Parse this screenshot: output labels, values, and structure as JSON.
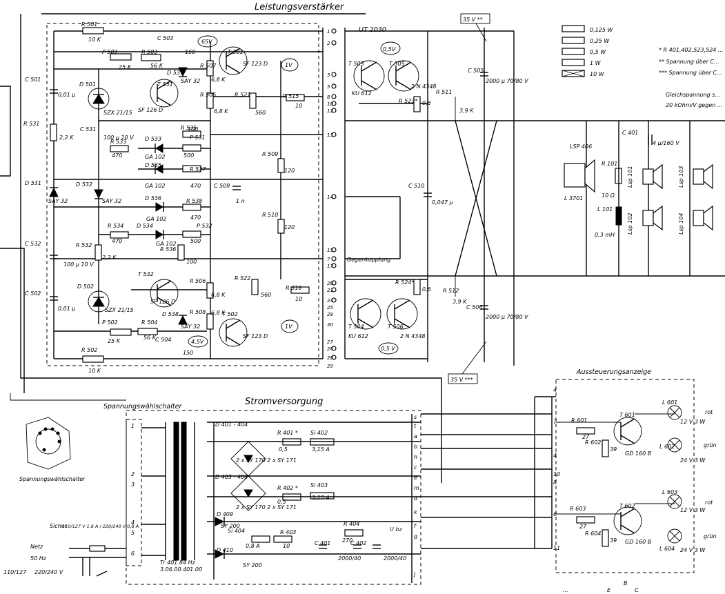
{
  "titles": {
    "amplifier": "Leistungsverstärker",
    "power_supply": "Stromversorgung",
    "selector": "Spannungswählschalter",
    "selector_small": "Spannungswählschalter",
    "display": "Aussteuerungsanzeige",
    "handwritten_ref": "UT 2030"
  },
  "legend": {
    "items": [
      "0,125 W",
      "0,25 W",
      "0,5 W",
      "1 W",
      "10 W"
    ],
    "notes": [
      "* R 401,402,523,524 ...",
      "** Spannung über C...",
      "*** Spannung über C..."
    ],
    "dc_note_1": "Gleichspannung s...",
    "dc_note_2": "20 kOhm/V gegen ..."
  },
  "voltages": {
    "top_right": "35 V **",
    "bottom_right": "35 V ***",
    "v1": "65V",
    "v2": "0,5V",
    "v3": "1V",
    "v4": "1V",
    "v5": "4,5V",
    "v6": "0,5 V"
  },
  "components": [
    {
      "id": "r501",
      "label": "R 501",
      "value": "10 K"
    },
    {
      "id": "c503",
      "label": "C 503",
      "value": "150"
    },
    {
      "id": "p501",
      "label": "P 501",
      "value": "25 K"
    },
    {
      "id": "r503",
      "label": "R 503",
      "value": "56 K"
    },
    {
      "id": "t501",
      "label": "T 501",
      "value": "SF 123 D"
    },
    {
      "id": "d537",
      "label": "D 537",
      "value": "SAY 32"
    },
    {
      "id": "r507",
      "label": "R 507",
      "value": "6,8 K"
    },
    {
      "id": "c501",
      "label": "C 501",
      "value": "0,01 µ"
    },
    {
      "id": "d501",
      "label": "D 501",
      "value": "SZX 21/15"
    },
    {
      "id": "t531",
      "label": "T 531",
      "value": "SF 126 D"
    },
    {
      "id": "r505",
      "label": "R 505",
      "value": "6,8 K"
    },
    {
      "id": "r521",
      "label": "R 521",
      "value": "560"
    },
    {
      "id": "r515",
      "label": "R 515",
      "value": "10"
    },
    {
      "id": "t503",
      "label": "T 503",
      "value": "KU 612"
    },
    {
      "id": "t505",
      "label": "T 505",
      "value": "2 N 4348"
    },
    {
      "id": "c505",
      "label": "C 505",
      "value": "2000 µ 70/80 V"
    },
    {
      "id": "r511",
      "label": "R 511",
      "value": "3,9 K"
    },
    {
      "id": "r523",
      "label": "R 523*",
      "value": "0,6"
    },
    {
      "id": "r531",
      "label": "R 531",
      "value": "2,2 K"
    },
    {
      "id": "c531",
      "label": "C 531",
      "value": "100 µ 10 V"
    },
    {
      "id": "r533",
      "label": "R 533",
      "value": "470"
    },
    {
      "id": "r535",
      "label": "R 535",
      "value": "100"
    },
    {
      "id": "p531",
      "label": "P 531",
      "value": "500"
    },
    {
      "id": "d533",
      "label": "D 533",
      "value": "GA 102"
    },
    {
      "id": "d535",
      "label": "D 535",
      "value": "GA 102"
    },
    {
      "id": "r537",
      "label": "R 537",
      "value": "470"
    },
    {
      "id": "c509",
      "label": "C 509",
      "value": "1 n"
    },
    {
      "id": "r509",
      "label": "R 509",
      "value": "120"
    },
    {
      "id": "r510",
      "label": "R 510",
      "value": "120"
    },
    {
      "id": "c510",
      "label": "C 510",
      "value": "0,047 µ"
    },
    {
      "id": "d531",
      "label": "D 531",
      "value": "SAY 32"
    },
    {
      "id": "d532",
      "label": "D 532",
      "value": "SAY 32"
    },
    {
      "id": "d536",
      "label": "D 536",
      "value": "GA 102"
    },
    {
      "id": "r538",
      "label": "R 538",
      "value": "470"
    },
    {
      "id": "p532",
      "label": "P 532",
      "value": "500"
    },
    {
      "id": "d534",
      "label": "D 534",
      "value": "GA 102"
    },
    {
      "id": "r534",
      "label": "R 534",
      "value": "470"
    },
    {
      "id": "r536",
      "label": "R 536",
      "value": "100"
    },
    {
      "id": "c532",
      "label": "C 532",
      "value": "100 µ 10 V"
    },
    {
      "id": "r532",
      "label": "R 532",
      "value": "2,2 K"
    },
    {
      "id": "c502",
      "label": "C 502",
      "value": "0,01 µ"
    },
    {
      "id": "d502",
      "label": "D 502",
      "value": "SZX 21/15"
    },
    {
      "id": "t532",
      "label": "T 532",
      "value": "SF 126 D"
    },
    {
      "id": "r506",
      "label": "R 506",
      "value": "6,8 K"
    },
    {
      "id": "r522",
      "label": "R 522",
      "value": "560"
    },
    {
      "id": "r516",
      "label": "R 516",
      "value": "10"
    },
    {
      "id": "r524",
      "label": "R 524*",
      "value": "0,6"
    },
    {
      "id": "r512",
      "label": "R 512",
      "value": "3,9 K"
    },
    {
      "id": "c506",
      "label": "C 506",
      "value": "2000 µ 70/80 V"
    },
    {
      "id": "t504",
      "label": "T 504",
      "value": "KU 612"
    },
    {
      "id": "t506",
      "label": "T 506",
      "value": "2 N 4348"
    },
    {
      "id": "d538",
      "label": "D 538",
      "value": "SAY 32"
    },
    {
      "id": "r508",
      "label": "R 508",
      "value": "6,8 K"
    },
    {
      "id": "t502",
      "label": "T 502",
      "value": "SF 123 D"
    },
    {
      "id": "p502",
      "label": "P 502",
      "value": "25 K"
    },
    {
      "id": "r504",
      "label": "R 504",
      "value": "56 K"
    },
    {
      "id": "c504",
      "label": "C 504",
      "value": "150"
    },
    {
      "id": "r502",
      "label": "R 502",
      "value": "10 K"
    },
    {
      "id": "c401",
      "label": "C 401",
      "value": "4 µ/160 V"
    },
    {
      "id": "lsp406",
      "label": "LSP 406",
      "value": ""
    },
    {
      "id": "r101",
      "label": "R 101",
      "value": "10 Ω"
    },
    {
      "id": "l101",
      "label": "L 101",
      "value": "0,3 mH"
    },
    {
      "id": "l3701",
      "label": "L 3701",
      "value": ""
    },
    {
      "id": "r401",
      "label": "R 401 *",
      "value": "0,5"
    },
    {
      "id": "si402",
      "label": "Si 402",
      "value": "3,15 A"
    },
    {
      "id": "r402",
      "label": "R 402 *",
      "value": "0,5"
    },
    {
      "id": "si403",
      "label": "Si 403",
      "value": "3,15 A"
    },
    {
      "id": "d401",
      "label": "D 401 - 404",
      "value": "2 x SY 170  2 x SY 171"
    },
    {
      "id": "d405",
      "label": "D 405 - 408",
      "value": "2 x SY 170  2 x SY 171"
    },
    {
      "id": "d409",
      "label": "D 409",
      "value": "SY 200"
    },
    {
      "id": "d410",
      "label": "D 410",
      "value": "SY 200"
    },
    {
      "id": "si404",
      "label": "Si 404",
      "value": "0,8 A"
    },
    {
      "id": "r403",
      "label": "R 403",
      "value": "10"
    },
    {
      "id": "r404",
      "label": "R 404",
      "value": "270"
    },
    {
      "id": "c401b",
      "label": "C 401",
      "value": "2000/40"
    },
    {
      "id": "c402",
      "label": "C 402",
      "value": "2000/40"
    },
    {
      "id": "tr401",
      "label": "Tr 401  84 Hz",
      "value": "3.06.00.401.00"
    },
    {
      "id": "r601",
      "label": "R 601",
      "value": "27"
    },
    {
      "id": "r602",
      "label": "R 602",
      "value": "39"
    },
    {
      "id": "t601",
      "label": "T 601",
      "value": "GD 160 B"
    },
    {
      "id": "l601",
      "label": "L 601",
      "value": "12 V 3 W"
    },
    {
      "id": "l602",
      "label": "L 602",
      "value": "24 V 3 W"
    },
    {
      "id": "r603",
      "label": "R 603",
      "value": "27"
    },
    {
      "id": "r604",
      "label": "R 604",
      "value": "39"
    },
    {
      "id": "t602",
      "label": "T 602",
      "value": "GD 160 B"
    },
    {
      "id": "l603",
      "label": "L 603",
      "value": "12 V 3 W"
    },
    {
      "id": "l604",
      "label": "L 604",
      "value": "24 V 3 W"
    }
  ],
  "speakers": [
    "Lsp 101",
    "Lsp 103",
    "Lsp 102",
    "Lsp 104"
  ],
  "connector_pins": [
    "1",
    "2",
    "3",
    "5",
    "8",
    "10",
    "12",
    "13",
    "14",
    "15",
    "7",
    "17",
    "20",
    "21",
    "24",
    "26",
    "28",
    "29",
    "30",
    "27",
    "25",
    "28"
  ],
  "connector_note": "Gegenkopplung",
  "supply_pins": [
    "s",
    "t",
    "a",
    "b",
    "h",
    "c",
    "e",
    "m",
    "d",
    "k",
    "f",
    "g",
    "j",
    "U bz"
  ],
  "mains": {
    "label": "Netz",
    "freq": "50 Hz",
    "sicherung": "Sicher",
    "ratings": "110/127 V 1,6 A / 220/240 V 0,8 A",
    "voltage_a": "110/127",
    "voltage_b": "220/240 V"
  },
  "lamp_colors": [
    "rot",
    "grün",
    "rot",
    "grün"
  ],
  "indicator_pins": [
    "4",
    "7",
    "4",
    "10",
    "8",
    "6",
    "11"
  ],
  "selector_pins": [
    "1",
    "2",
    "3",
    "4",
    "5",
    "6"
  ],
  "transistor_pin_labels": [
    "E",
    "B",
    "C"
  ],
  "footer_fragment": "..."
}
